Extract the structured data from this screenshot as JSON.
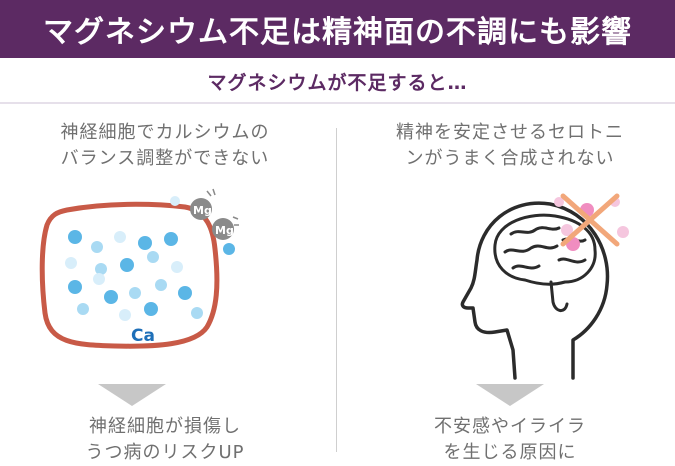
{
  "header": {
    "title": "マグネシウム不足は精神面の不調にも影響"
  },
  "subtitle": "マグネシウムが不足すると…",
  "left_panel": {
    "heading_line1": "神経細胞でカルシウムの",
    "heading_line2": "バランス調整ができない",
    "mg_label_1": "Mg",
    "mg_label_2": "Mg",
    "ca_label": "Ca",
    "result_line1": "神経細胞が損傷し",
    "result_line2": "うつ病のリスクUP"
  },
  "right_panel": {
    "heading_line1": "精神を安定させるセロトニ",
    "heading_line2": "ンがうまく合成されない",
    "result_line1": "不安感やイライラ",
    "result_line2": "を生じる原因に"
  },
  "colors": {
    "banner": "#5c2a63",
    "subtitle": "#5c2a63",
    "cell_outline": "#c85a47",
    "calcium_particle": "#5bb6e6",
    "mg_particle": "#8a8a8a",
    "serotonin_particle": "#f08dc0",
    "cross_mark": "#f2a77a",
    "body_text": "#707070"
  }
}
